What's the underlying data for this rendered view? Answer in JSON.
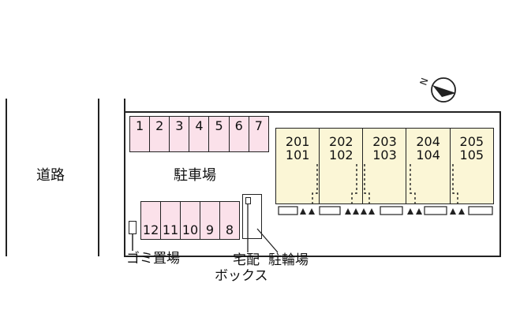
{
  "road": {
    "label": "道路"
  },
  "parking": {
    "label": "駐車場",
    "top_row": [
      "1",
      "2",
      "3",
      "4",
      "5",
      "6",
      "7"
    ],
    "bottom_row": [
      "12",
      "11",
      "10",
      "9",
      "8"
    ]
  },
  "units": [
    {
      "upper": "201",
      "lower": "101"
    },
    {
      "upper": "202",
      "lower": "102"
    },
    {
      "upper": "203",
      "lower": "103"
    },
    {
      "upper": "204",
      "lower": "104"
    },
    {
      "upper": "205",
      "lower": "105"
    }
  ],
  "garbage": {
    "label": "ゴミ置場"
  },
  "delivery_box": {
    "label_line1": "宅配",
    "label_line2": "ボックス"
  },
  "bicycle": {
    "label": "駐輪場"
  },
  "compass": {
    "icon": "compass-north-icon",
    "letter": "N"
  },
  "colors": {
    "parking_fill": "#fbe1ea",
    "unit_fill": "#fbf6d6",
    "line": "#222222"
  }
}
